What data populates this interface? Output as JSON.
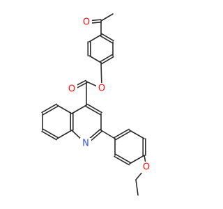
{
  "molecule": {
    "atoms": [
      {
        "label": "O",
        "color": "#ff0d0d"
      },
      {
        "label": "O",
        "color": "#ff0d0d"
      },
      {
        "label": "O",
        "color": "#ff0d0d"
      },
      {
        "label": "N",
        "color": "#3050f8"
      },
      {
        "label": "O",
        "color": "#ff0d0d"
      }
    ],
    "bond_color": "#2b2b2b"
  }
}
